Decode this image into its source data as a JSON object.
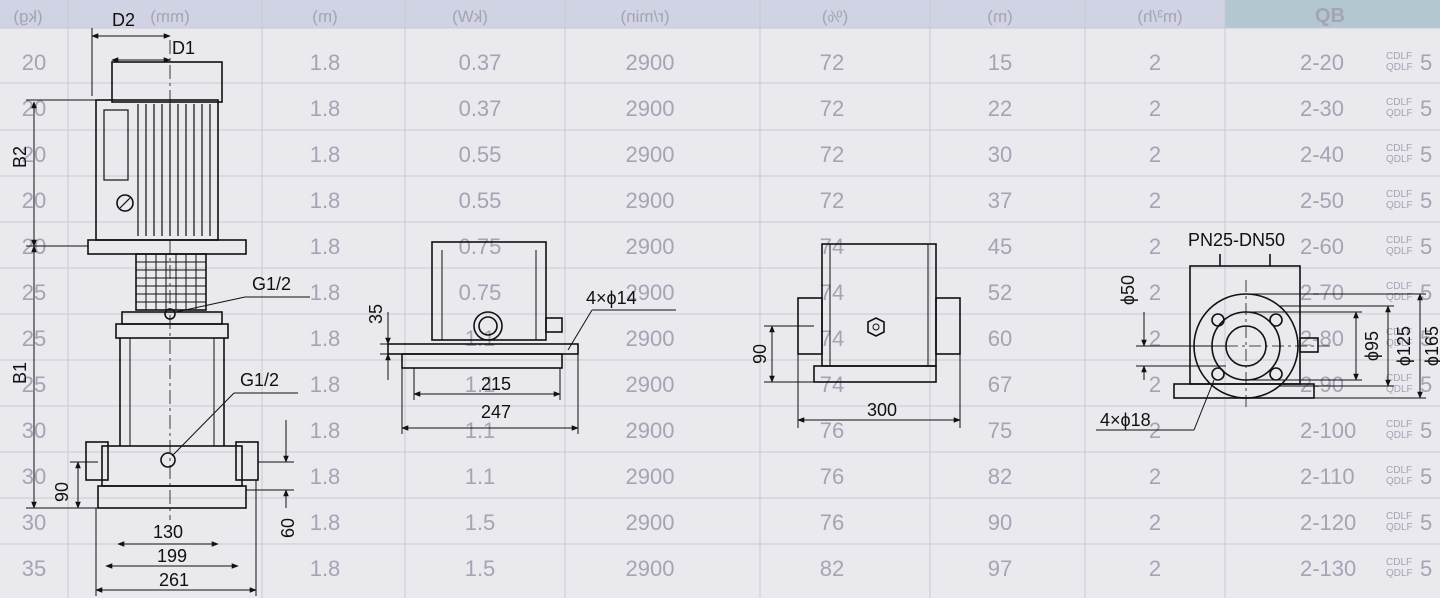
{
  "background_table": {
    "header_units": [
      "(kg)",
      "(mm)",
      "(m)",
      "(kW)",
      "(r/min)",
      "(%)",
      "(m)",
      "(m³/h)"
    ],
    "header_title_fragment": "QB",
    "rows": [
      {
        "model": "2-20",
        "flow": "2",
        "head": "15",
        "eff": "72",
        "speed": "2900",
        "power": "0.37",
        "npsh": "1.8",
        "weight": "20"
      },
      {
        "model": "2-30",
        "flow": "2",
        "head": "22",
        "eff": "72",
        "speed": "2900",
        "power": "0.37",
        "npsh": "1.8",
        "weight": "20"
      },
      {
        "model": "2-40",
        "flow": "2",
        "head": "30",
        "eff": "72",
        "speed": "2900",
        "power": "0.55",
        "npsh": "1.8",
        "weight": "20"
      },
      {
        "model": "2-50",
        "flow": "2",
        "head": "37",
        "eff": "72",
        "speed": "2900",
        "power": "0.55",
        "npsh": "1.8",
        "weight": "20"
      },
      {
        "model": "2-60",
        "flow": "2",
        "head": "45",
        "eff": "74",
        "speed": "2900",
        "power": "0.75",
        "npsh": "1.8",
        "weight": "20"
      },
      {
        "model": "2-70",
        "flow": "2",
        "head": "52",
        "eff": "74",
        "speed": "2900",
        "power": "0.75",
        "npsh": "1.8",
        "weight": "25"
      },
      {
        "model": "2-80",
        "flow": "2",
        "head": "60",
        "eff": "74",
        "speed": "2900",
        "power": "1.1",
        "npsh": "1.8",
        "weight": "25"
      },
      {
        "model": "2-90",
        "flow": "2",
        "head": "67",
        "eff": "74",
        "speed": "2900",
        "power": "1.1",
        "npsh": "1.8",
        "weight": "25"
      },
      {
        "model": "2-100",
        "flow": "2",
        "head": "75",
        "eff": "76",
        "speed": "2900",
        "power": "1.1",
        "npsh": "1.8",
        "weight": "30"
      },
      {
        "model": "2-110",
        "flow": "2",
        "head": "82",
        "eff": "76",
        "speed": "2900",
        "power": "1.1",
        "npsh": "1.8",
        "weight": "30"
      },
      {
        "model": "2-120",
        "flow": "2",
        "head": "90",
        "eff": "76",
        "speed": "2900",
        "power": "1.5",
        "npsh": "1.8",
        "weight": "30"
      },
      {
        "model": "2-130",
        "flow": "2",
        "head": "97",
        "eff": "82",
        "speed": "2900",
        "power": "1.5",
        "npsh": "1.8",
        "weight": "35"
      }
    ],
    "model_prefix_top": "CDLF",
    "model_prefix_bottom": "QDLF",
    "row_lead_digit": "5"
  },
  "front_view": {
    "d2": "D2",
    "d1": "D1",
    "b2": "B2",
    "b1": "B1",
    "g_top": "G1/2",
    "g_bottom": "G1/2",
    "h90": "90",
    "h60": "60",
    "w130": "130",
    "w199": "199",
    "w261": "261"
  },
  "side_view": {
    "h35": "35",
    "holes": "4×ϕ14",
    "w215": "215",
    "w247": "247"
  },
  "rear_view": {
    "h90": "90",
    "w300": "300"
  },
  "flange_view": {
    "title": "PN25-DN50",
    "d50": "ϕ50",
    "d95": "ϕ95",
    "d125": "ϕ125",
    "d165": "ϕ165",
    "holes": "4×ϕ18"
  },
  "colors": {
    "paper": "#e9e9ee",
    "ink": "#111111",
    "ghost_text": "#a4a4b4",
    "ghost_grid": "#c9c9d6",
    "header_band": "#cfd3e4",
    "accent_teal": "#8fb8b8"
  }
}
